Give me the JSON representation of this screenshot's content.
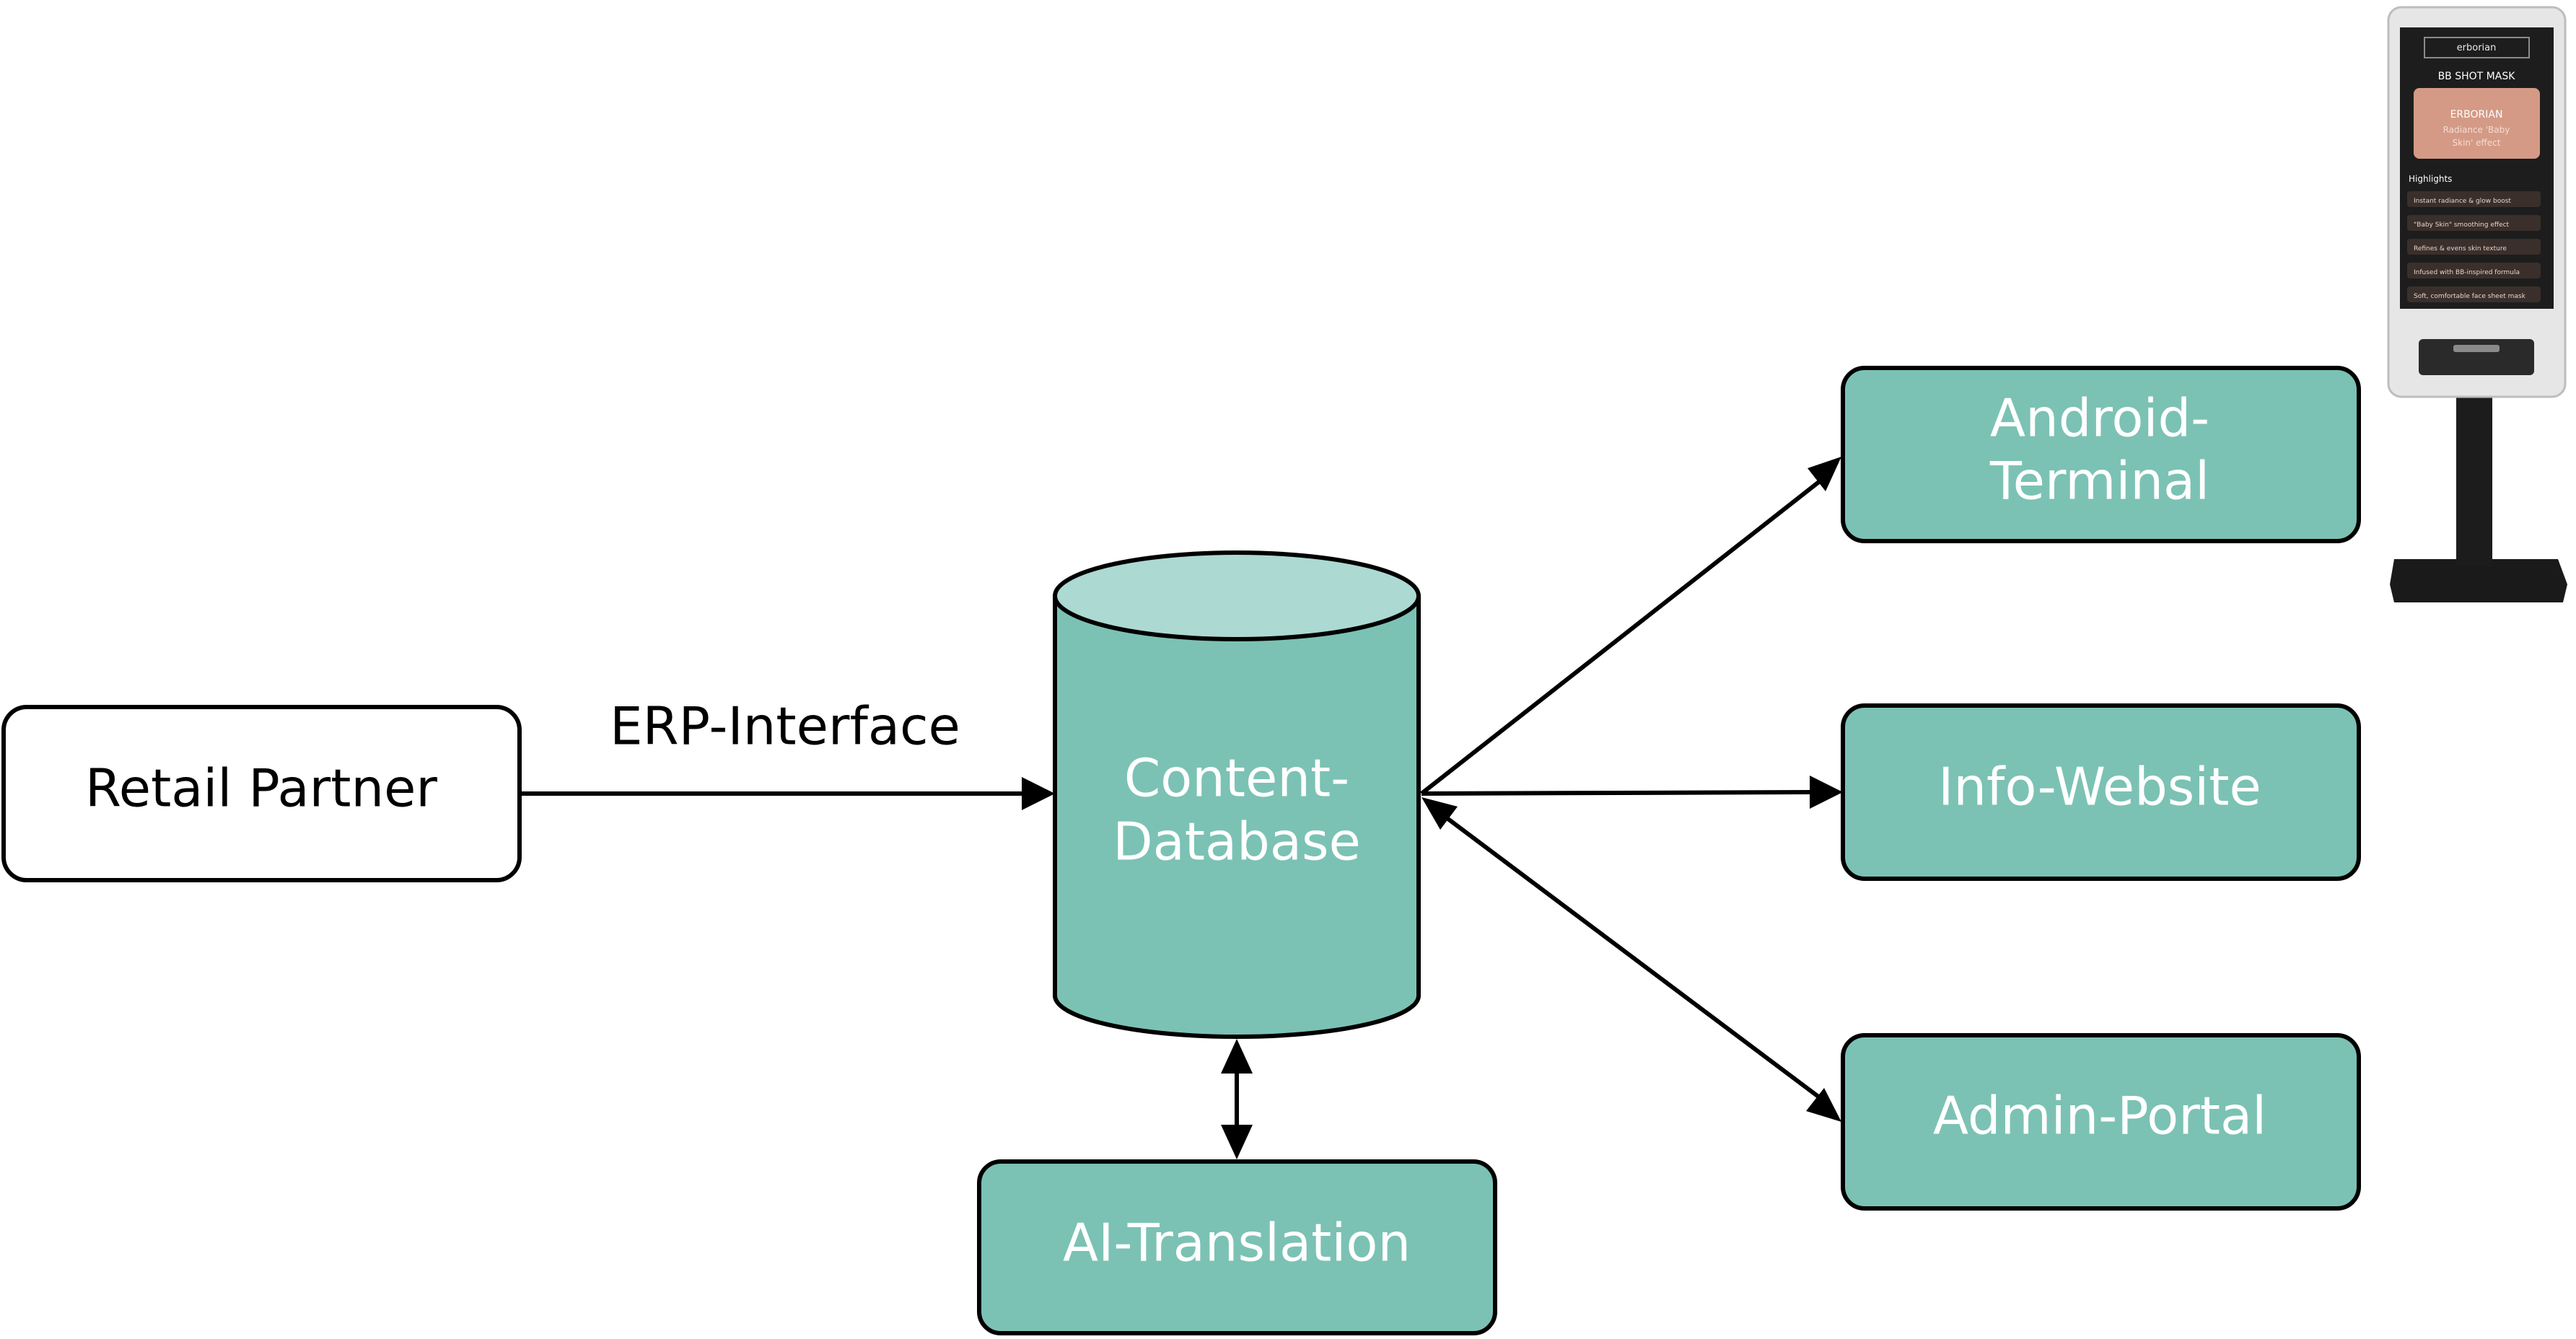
{
  "diagram": {
    "nodes": {
      "retail_partner": "Retail Partner",
      "content_db_line1": "Content-",
      "content_db_line2": "Database",
      "android_line1": "Android-",
      "android_line2": "Terminal",
      "info_website": "Info-Website",
      "admin_portal": "Admin-Portal",
      "ai_translation": "AI-Translation"
    },
    "edges": {
      "erp_interface": "ERP-Interface"
    }
  },
  "kiosk": {
    "brand": "erborian",
    "product_title": "BB SHOT MASK",
    "image_brand": "ERBORIAN",
    "image_tagline_1": "Radiance 'Baby",
    "image_tagline_2": "Skin' effect",
    "highlights_label": "Highlights",
    "highlights": [
      "Instant radiance & glow boost",
      "\"Baby Skin\" smoothing effect",
      "Refines & evens skin texture",
      "Infused with BB-inspired formula",
      "Soft, comfortable face sheet mask"
    ]
  },
  "colors": {
    "teal": "#7bc2b4",
    "teal_light": "#acd9d2",
    "stroke": "#000000",
    "text_on_teal": "#ffffff",
    "text_dark": "#000000"
  }
}
